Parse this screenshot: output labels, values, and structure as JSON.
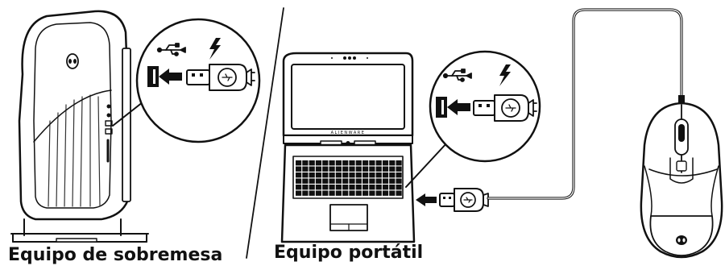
{
  "captions": {
    "desktop": "Equipo de sobremesa",
    "laptop": "Equipo portátil"
  },
  "laptop_brand": "ALIENWARE",
  "icons": [
    "usb-icon",
    "lightning-bolt-icon",
    "usb-port-icon",
    "arrow-icon",
    "usb-plug-icon",
    "alien-logo-icon"
  ],
  "colors": {
    "line": "#111111",
    "background": "#ffffff",
    "device_fill": "#ffffff",
    "detail": "#555555"
  }
}
